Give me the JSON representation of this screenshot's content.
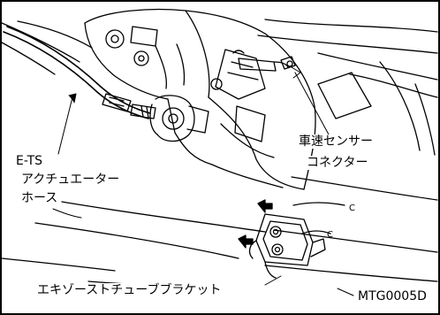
{
  "callouts": {
    "ets_hose": [
      "E-TS",
      "アクチュエーター",
      "ホース"
    ],
    "speed_sensor_connector": [
      "車速センサー",
      "コネクター"
    ],
    "exhaust_tube_bracket": "エキゾーストチューブブラケット"
  },
  "figure_code": "MTG0005D",
  "colors": {
    "ink": "#000000",
    "paper": "#ffffff"
  }
}
